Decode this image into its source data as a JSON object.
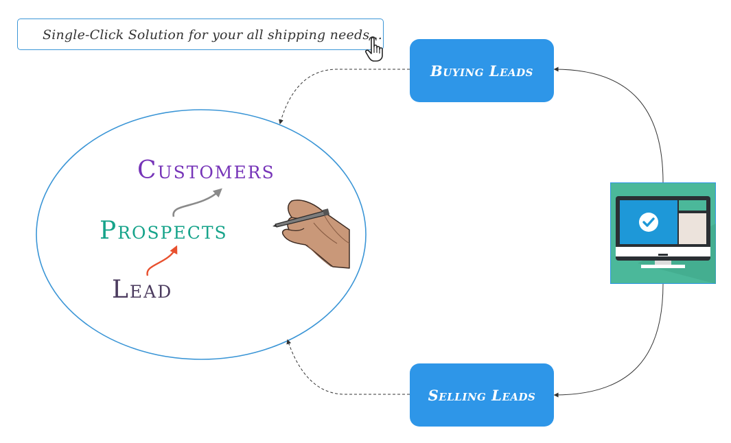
{
  "tagline": {
    "text": "Single-Click Solution for your all shipping needs...",
    "pointer_icon": "hand-pointer-icon"
  },
  "nodes": {
    "buying_leads": "Buying Leads",
    "selling_leads": "Selling Leads"
  },
  "funnel": {
    "customers": "Customers",
    "prospects": "Prospects",
    "lead": "Lead"
  },
  "icons": {
    "computer": "computer-check-icon",
    "hand": "writing-hand-icon"
  },
  "colors": {
    "node_blue": "#2e96e8",
    "ellipse_border": "#3a95d6",
    "customers": "#7634b8",
    "prospects": "#16a38a",
    "lead": "#4b3b5e",
    "lead_to_prospect_arrow": "#e8502e",
    "prospect_to_customer_arrow": "#8a8a8a",
    "computer_bg": "#4bb89a",
    "computer_screen": "#1e98d8"
  }
}
